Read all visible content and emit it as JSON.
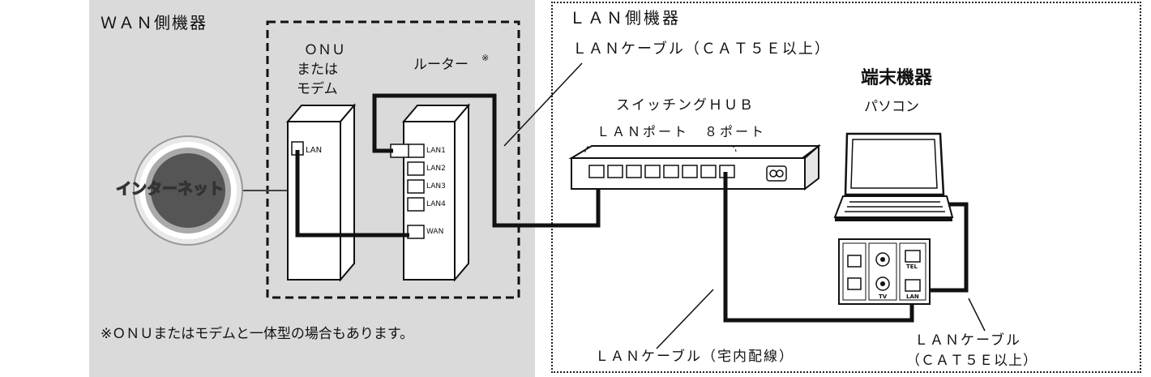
{
  "wan": {
    "title": "ＷＡＮ側機器",
    "onu_label": [
      "ＯＮＵ",
      "または",
      "モデム"
    ],
    "router_label": "ルーター",
    "router_mark": "※",
    "internet": "インターネット",
    "onu_port": "LAN",
    "router_ports": [
      "LAN1",
      "LAN2",
      "LAN3",
      "LAN4"
    ],
    "router_wan_port": "WAN",
    "note": "※ＯＮＵまたはモデムと一体型の場合もあります。"
  },
  "lan": {
    "title": "ＬＡＮ側機器",
    "cable_top": "ＬＡＮケーブル（ＣＡＴ５Ｅ以上）",
    "hub_label": "スイッチングＨＵＢ",
    "hub_ports": "ＬＡＮポート　８ポート",
    "terminal_title": "端末機器",
    "pc_label": "パソコン",
    "outlet_tel": "TEL",
    "outlet_tv": "TV",
    "outlet_lan": "LAN",
    "cable_bottom": "ＬＡＮケーブル（宅内配線）",
    "cable_right_1": "ＬＡＮケーブル",
    "cable_right_2": "（ＣＡＴ５Ｅ以上）"
  }
}
